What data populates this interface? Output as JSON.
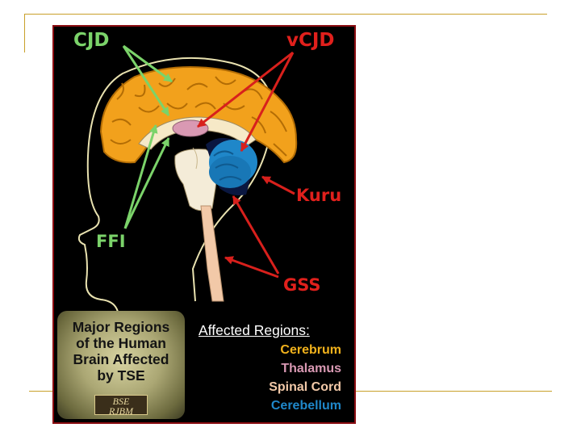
{
  "figure": {
    "labels": {
      "cjd": "CJD",
      "vcjd": "vCJD",
      "kuru": "Kuru",
      "ffi": "FFI",
      "gss": "GSS"
    },
    "caption": {
      "line1": "Major Regions",
      "line2": "of the Human",
      "line3": "Brain Affected",
      "line4": "by TSE",
      "logo_top": "BSE",
      "logo_bottom": "RJBM"
    },
    "legend": {
      "title": "Affected Regions:",
      "items": [
        {
          "label": "Cerebrum",
          "color": "#f2b21c"
        },
        {
          "label": "Thalamus",
          "color": "#d999b3"
        },
        {
          "label": "Spinal Cord",
          "color": "#f2c9a8"
        },
        {
          "label": "Cerebellum",
          "color": "#1f87c9"
        }
      ]
    },
    "colors": {
      "green_arrows": "#7bd36a",
      "red_arrows": "#d8201c",
      "frame": "#8b0d12",
      "slide_rules": "#c8a02a"
    }
  }
}
